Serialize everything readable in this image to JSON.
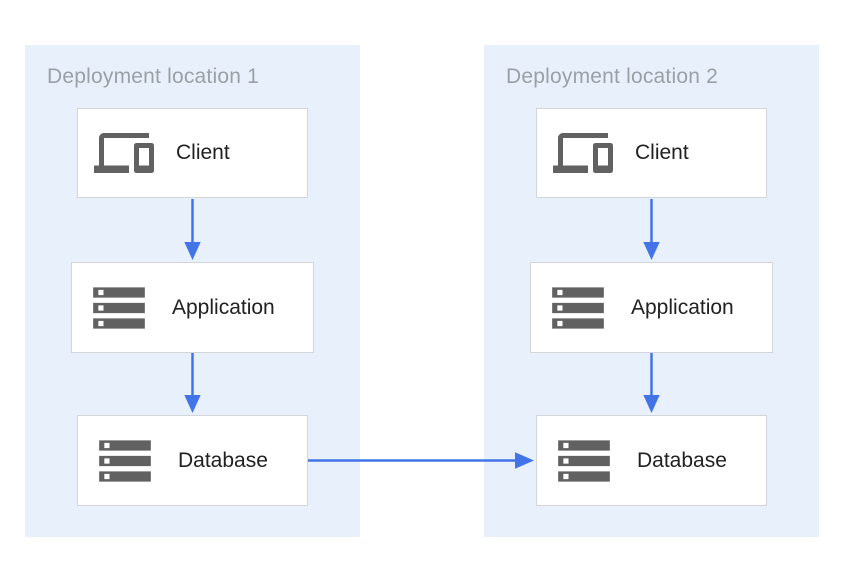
{
  "diagram": {
    "type": "architecture-diagram",
    "groups": [
      {
        "label": "Deployment location 1",
        "nodes": [
          {
            "id": "client-1",
            "label": "Client",
            "icon": "devices-icon"
          },
          {
            "id": "application-1",
            "label": "Application",
            "icon": "storage-icon"
          },
          {
            "id": "database-1",
            "label": "Database",
            "icon": "storage-icon"
          }
        ]
      },
      {
        "label": "Deployment location 2",
        "nodes": [
          {
            "id": "client-2",
            "label": "Client",
            "icon": "devices-icon"
          },
          {
            "id": "application-2",
            "label": "Application",
            "icon": "storage-icon"
          },
          {
            "id": "database-2",
            "label": "Database",
            "icon": "storage-icon"
          }
        ]
      }
    ],
    "edges": [
      {
        "from": "client-1",
        "to": "application-1"
      },
      {
        "from": "application-1",
        "to": "database-1"
      },
      {
        "from": "client-2",
        "to": "application-2"
      },
      {
        "from": "application-2",
        "to": "database-2"
      },
      {
        "from": "database-1",
        "to": "database-2"
      }
    ],
    "colors": {
      "panel_bg": "#E8F1FB",
      "arrow": "#4274E8",
      "icon": "#616161",
      "group_label": "#9AA0A6",
      "node_border": "#D2D6DB",
      "node_label": "#212121",
      "node_bg": "#FFFFFF"
    }
  }
}
